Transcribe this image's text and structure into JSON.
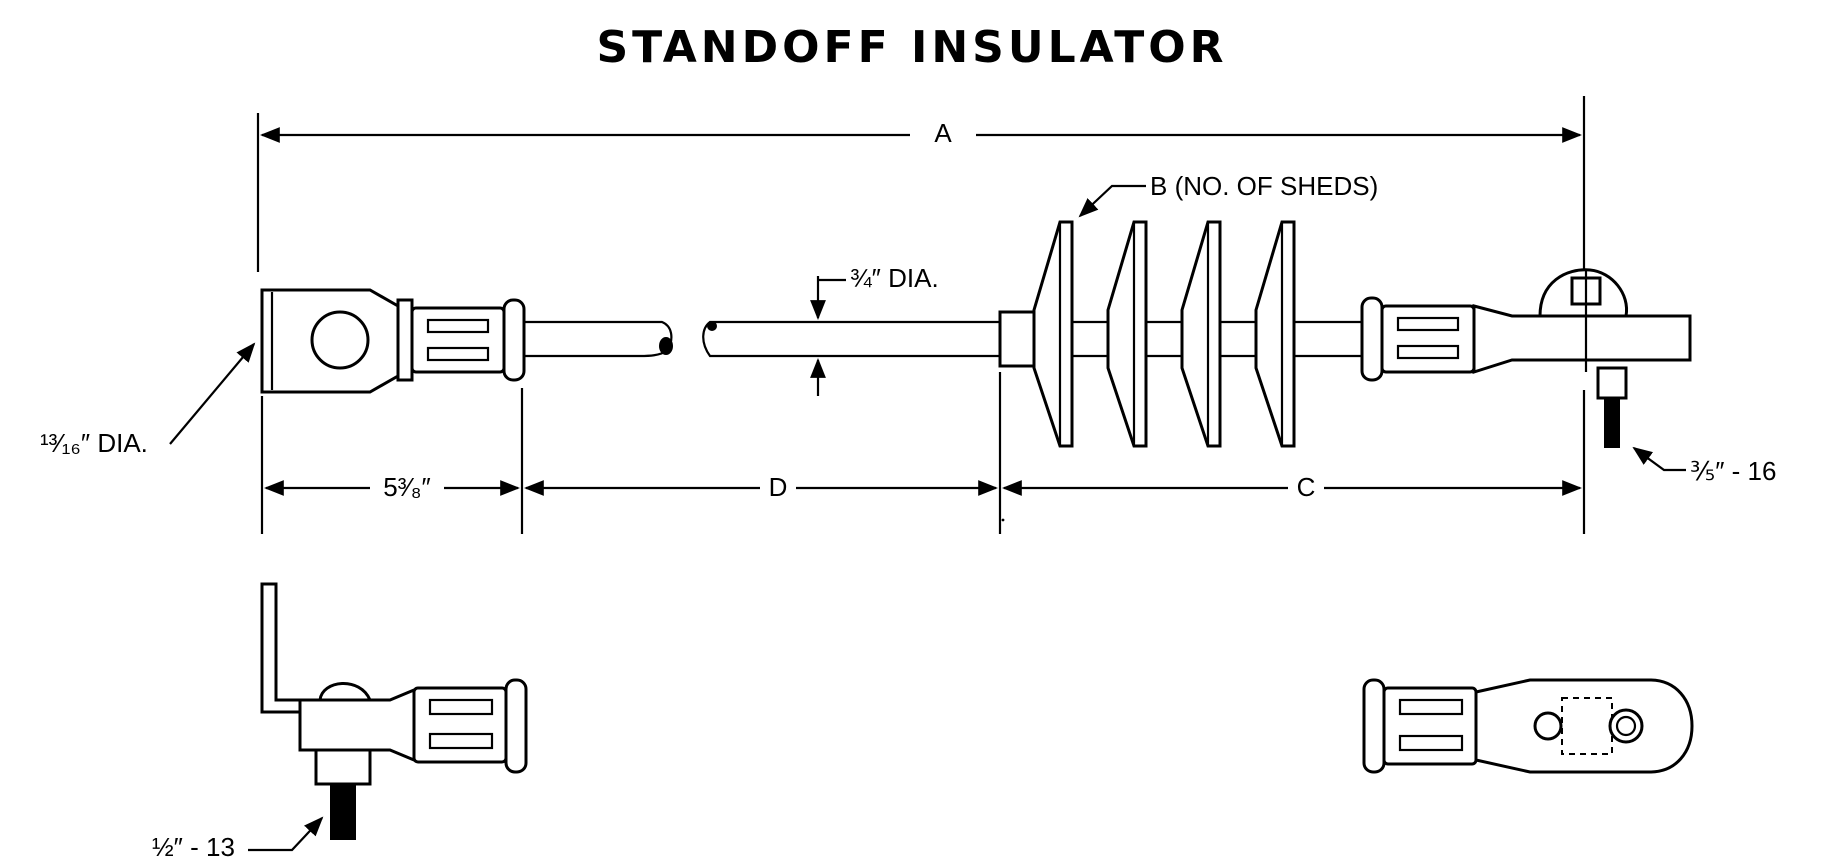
{
  "title": "STANDOFF INSULATOR",
  "dimensions": {
    "overall_length": "A",
    "sheds": "B (NO. OF SHEDS)",
    "shed_section_length": "C",
    "rod_length": "D",
    "end_fitting_length": "5³⁄₈″"
  },
  "callouts": {
    "rod_diameter": "¾″ DIA.",
    "eye_diameter": "¹³⁄₁₆″ DIA.",
    "stud_thread_right": "⅗″ - 16",
    "stud_thread_left": "½″ - 13"
  }
}
